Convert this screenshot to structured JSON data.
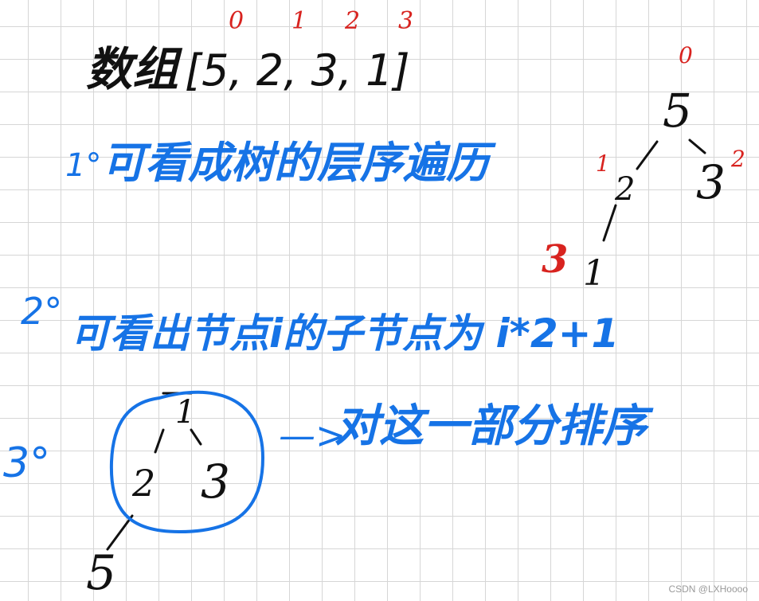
{
  "heading": {
    "label": "数组",
    "array_text": "[5, 2, 3, 1]",
    "indices": [
      "0",
      "1",
      "2",
      "3"
    ]
  },
  "notes": [
    {
      "marker": "1°",
      "text": "可看成树的层序遍历"
    },
    {
      "marker": "2°",
      "text": "可看出节点i的子节点为 i*2+1"
    },
    {
      "marker": "3°",
      "text": "对这一部分排序"
    }
  ],
  "arrow": "—>",
  "tree_right": {
    "nodes": [
      "5",
      "2",
      "3",
      "1"
    ],
    "indices": [
      "0",
      "1",
      "2",
      "3"
    ]
  },
  "tree_left": {
    "nodes": [
      "1",
      "2",
      "3",
      "5"
    ]
  },
  "colors": {
    "ink": "#111111",
    "note": "#1673e6",
    "index": "#d8231f",
    "grid": "#d6d6d6"
  },
  "watermark": "CSDN @LXHoooo"
}
